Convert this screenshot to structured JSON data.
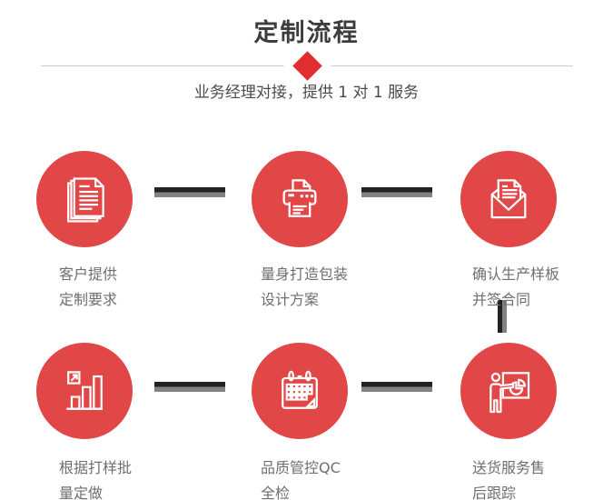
{
  "header": {
    "title": "定制流程",
    "subtitle": "业务经理对接，提供 1 对 1 服务"
  },
  "colors": {
    "circle_red": "#e24747",
    "diamond_red": "#e12d2d",
    "connector_dark": "#222222",
    "connector_gray": "#828282",
    "divider_gray": "#cccccc",
    "title_text": "#3d3d3d",
    "subtitle_text": "#4a4a4a",
    "label_text": "#6f6f6f",
    "icon_stroke": "#ffffff"
  },
  "steps": [
    {
      "id": 1,
      "icon": "documents-icon",
      "label_line1": "客户提供",
      "label_line2": "定制要求"
    },
    {
      "id": 2,
      "icon": "printer-icon",
      "label_line1": "量身打造包装",
      "label_line2": "设计方案"
    },
    {
      "id": 3,
      "icon": "envelope-letter-icon",
      "label_line1": "确认生产样板",
      "label_line2": "并签合同"
    },
    {
      "id": 4,
      "icon": "bar-chart-icon",
      "label_line1": "根据打样批",
      "label_line2": "量定做"
    },
    {
      "id": 5,
      "icon": "calendar-icon",
      "label_line1": "品质管控QC",
      "label_line2": "全检"
    },
    {
      "id": 6,
      "icon": "presenter-icon",
      "label_line1": "送货服务售",
      "label_line2": "后跟踪"
    }
  ]
}
